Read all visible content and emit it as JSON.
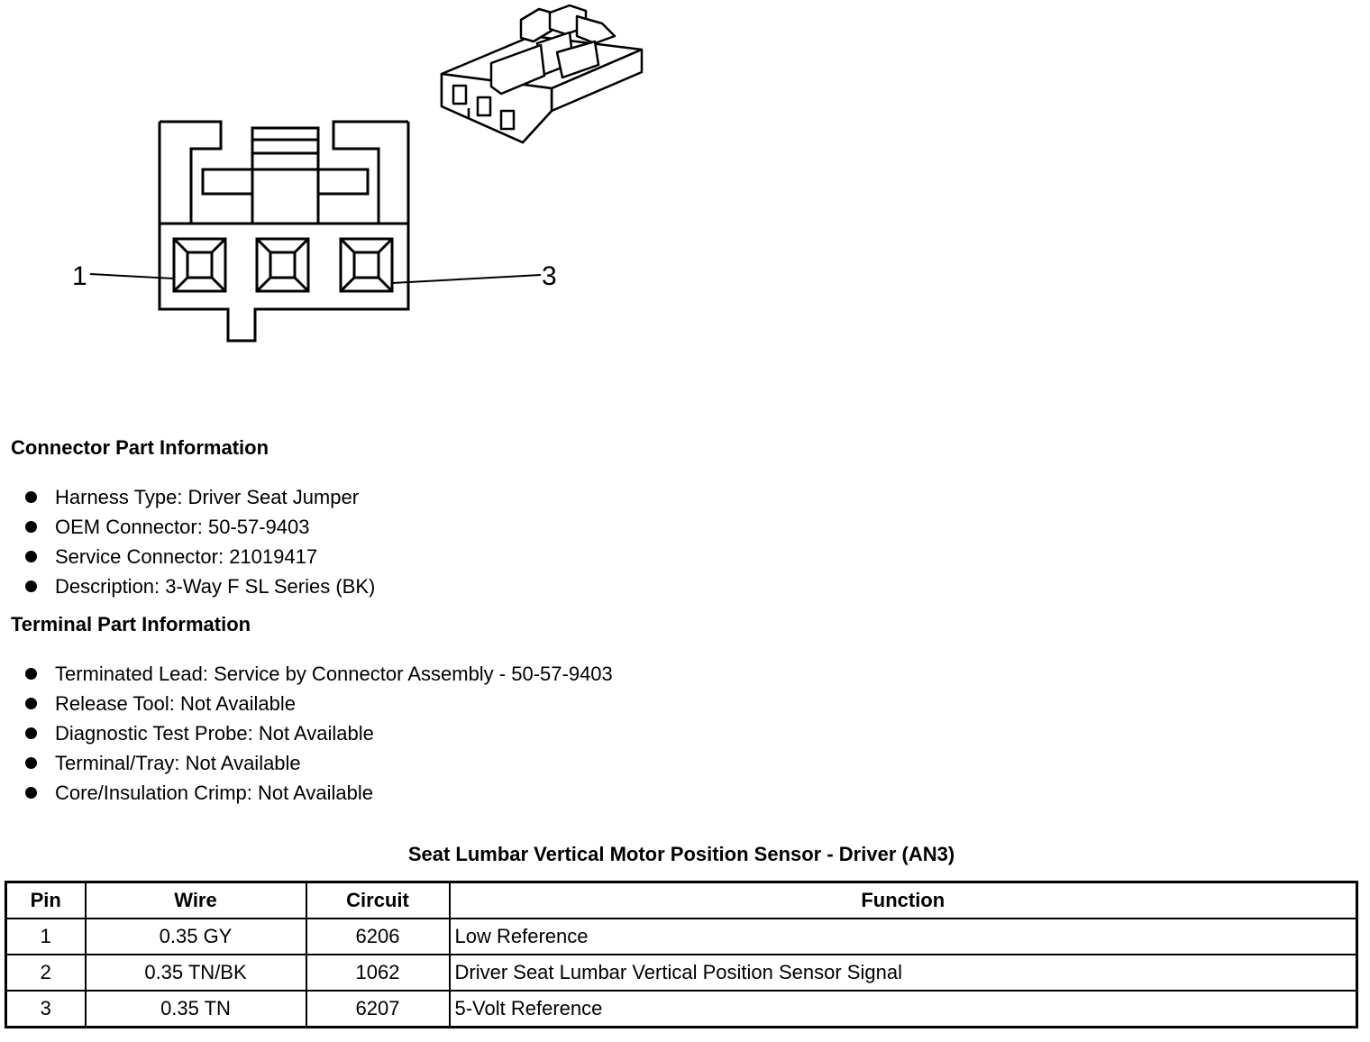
{
  "diagram": {
    "pin_labels": [
      "1",
      "3"
    ]
  },
  "connector_info": {
    "heading": "Connector Part Information",
    "items": [
      "Harness Type: Driver Seat Jumper",
      "OEM Connector: 50-57-9403",
      "Service Connector: 21019417",
      "Description: 3-Way F SL Series (BK)"
    ]
  },
  "terminal_info": {
    "heading": "Terminal Part Information",
    "items": [
      "Terminated Lead: Service by Connector Assembly - 50-57-9403",
      "Release Tool: Not Available",
      "Diagnostic Test Probe: Not Available",
      "Terminal/Tray: Not Available",
      "Core/Insulation Crimp: Not Available"
    ]
  },
  "table": {
    "title": "Seat Lumbar Vertical Motor Position Sensor - Driver (AN3)",
    "headers": [
      "Pin",
      "Wire",
      "Circuit",
      "Function"
    ],
    "rows": [
      [
        "1",
        "0.35 GY",
        "6206",
        "Low Reference"
      ],
      [
        "2",
        "0.35 TN/BK",
        "1062",
        "Driver Seat Lumbar Vertical Position Sensor Signal"
      ],
      [
        "3",
        "0.35 TN",
        "6207",
        "5-Volt Reference"
      ]
    ]
  }
}
